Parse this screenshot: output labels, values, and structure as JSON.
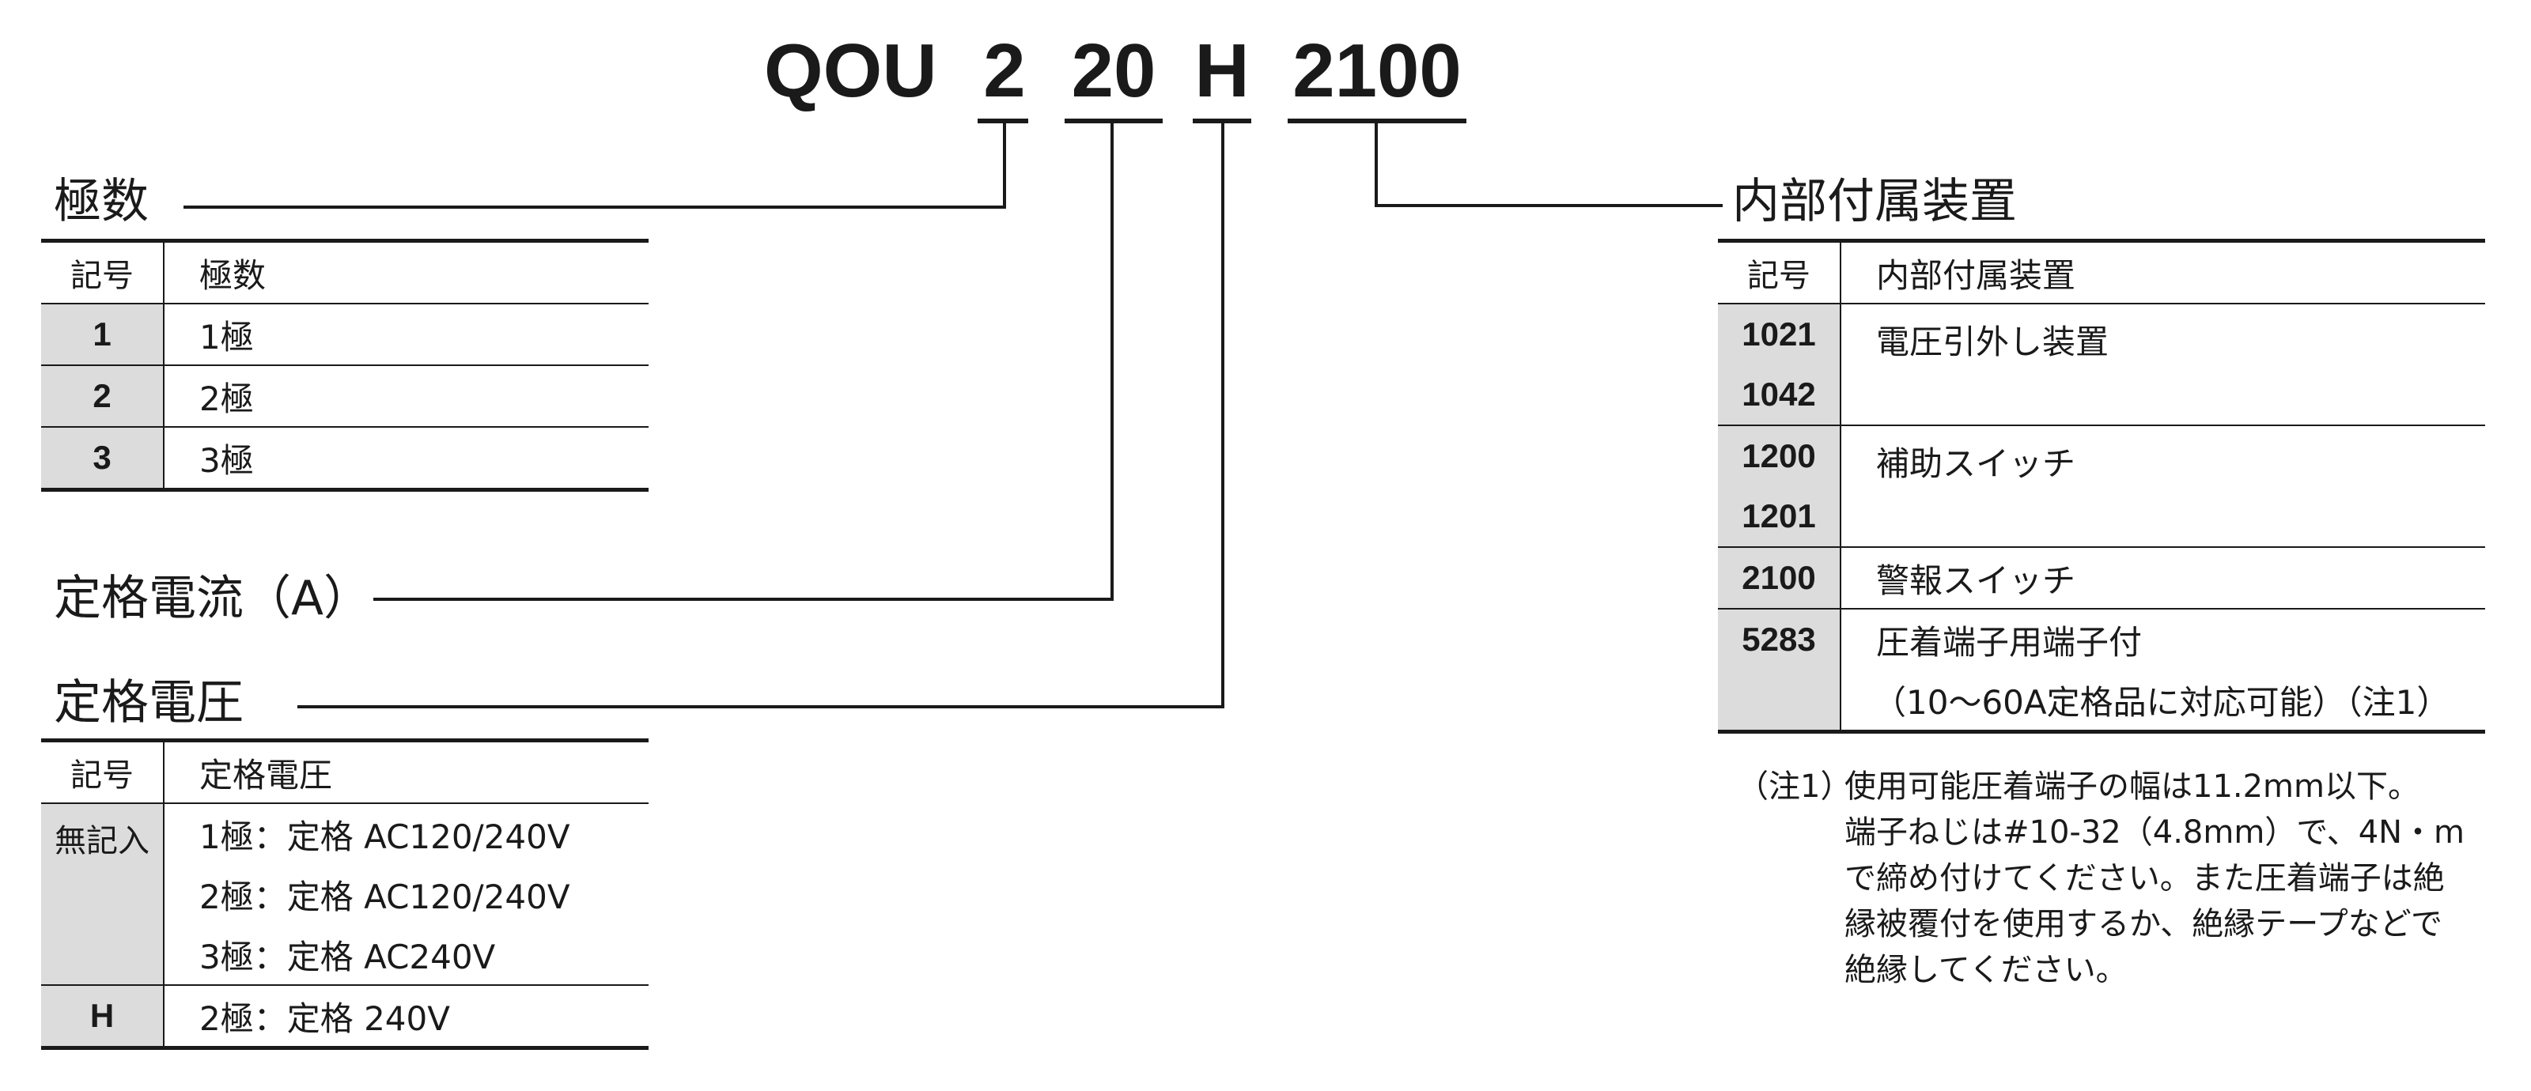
{
  "model_code": {
    "prefix": "QOU",
    "segments": [
      "2",
      "20",
      "H",
      "2100"
    ]
  },
  "poles": {
    "title": "極数",
    "header": [
      "記号",
      "極数"
    ],
    "rows": [
      {
        "code": "1",
        "desc": "1極"
      },
      {
        "code": "2",
        "desc": "2極"
      },
      {
        "code": "3",
        "desc": "3極"
      }
    ]
  },
  "rated_current": {
    "title": "定格電流（A）"
  },
  "rated_voltage": {
    "title": "定格電圧",
    "header": [
      "記号",
      "定格電圧"
    ],
    "rows": [
      {
        "code": "無記入",
        "lines": [
          "1極：定格 AC120/240V",
          "2極：定格 AC120/240V",
          "3極：定格 AC240V"
        ]
      },
      {
        "code": "H",
        "lines": [
          "2極：定格 240V"
        ]
      }
    ]
  },
  "accessories": {
    "title": "内部付属装置",
    "header": [
      "記号",
      "内部付属装置"
    ],
    "rows": [
      {
        "codes": [
          "1021",
          "1042"
        ],
        "lines": [
          "電圧引外し装置"
        ]
      },
      {
        "codes": [
          "1200",
          "1201"
        ],
        "lines": [
          "補助スイッチ"
        ]
      },
      {
        "codes": [
          "2100"
        ],
        "lines": [
          "警報スイッチ"
        ]
      },
      {
        "codes": [
          "5283"
        ],
        "lines": [
          "圧着端子用端子付",
          "（10～60A定格品に対応可能）（注1）"
        ]
      }
    ]
  },
  "note": {
    "label": "（注1）",
    "lines": [
      "使用可能圧着端子の幅は11.2mm以下。",
      "端子ねじは#10-32（4.8mm）で、4N・m",
      "で締め付けてください。また圧着端子は絶",
      "縁被覆付を使用するか、絶縁テープなどで",
      "絶縁してください。"
    ]
  }
}
